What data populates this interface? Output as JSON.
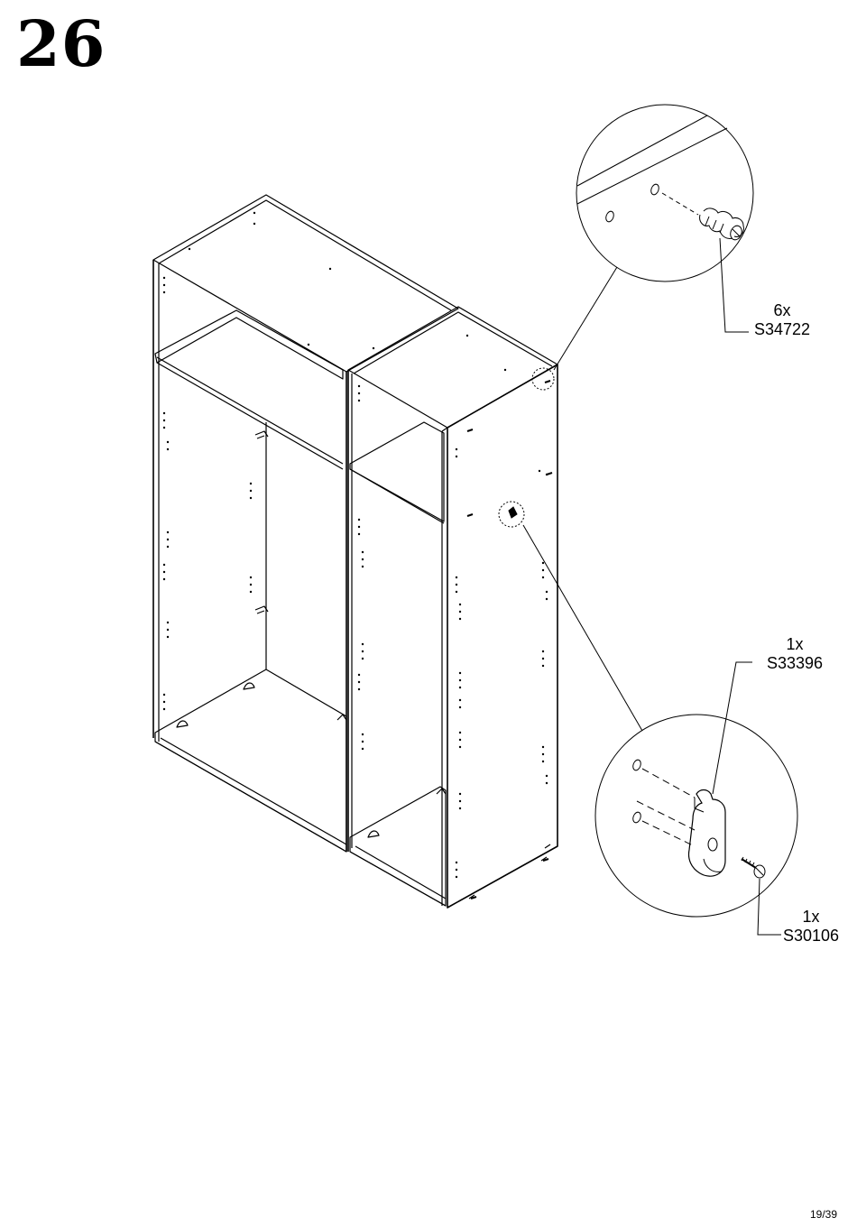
{
  "step": {
    "number": "26"
  },
  "callouts": [
    {
      "quantity": "6x",
      "part_code": "S34722"
    },
    {
      "quantity": "1x",
      "part_code": "S33396"
    },
    {
      "quantity": "1x",
      "part_code": "S30106"
    }
  ],
  "footer": {
    "page": "19/39"
  }
}
